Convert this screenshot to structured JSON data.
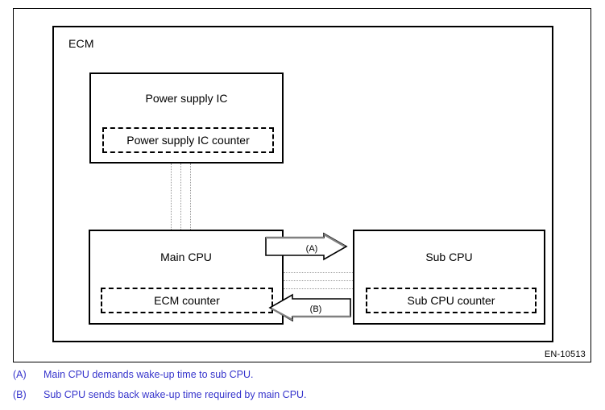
{
  "figure": {
    "id_label": "EN-10513",
    "ecm": {
      "label": "ECM",
      "blocks": [
        {
          "name": "power-supply-ic",
          "title": "Power supply IC",
          "counter": "Power supply IC counter"
        },
        {
          "name": "main-cpu",
          "title": "Main CPU",
          "counter": "ECM counter"
        },
        {
          "name": "sub-cpu",
          "title": "Sub CPU",
          "counter": "Sub CPU counter"
        }
      ],
      "arrows": [
        {
          "name": "arrow-a",
          "label": "(A)",
          "direction": "right"
        },
        {
          "name": "arrow-b",
          "label": "(B)",
          "direction": "left"
        }
      ]
    }
  },
  "legend": {
    "items": [
      {
        "key": "(A)",
        "text": "Main CPU demands wake-up time to sub CPU."
      },
      {
        "key": "(B)",
        "text": "Sub CPU sends back wake-up time required by main CPU."
      }
    ],
    "color": "#3634cc"
  },
  "colors": {
    "line": "#000000",
    "dotted_bus": "#999999",
    "arrow_shadow": "#808080",
    "legend_text": "#3634cc",
    "background": "#ffffff"
  }
}
